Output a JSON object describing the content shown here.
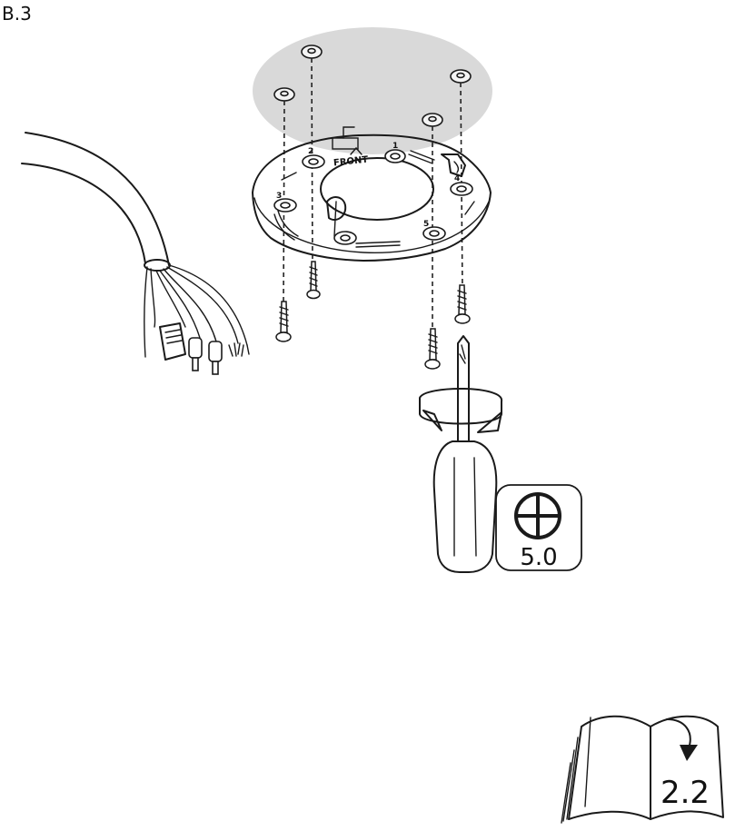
{
  "step": {
    "label": "B.3"
  },
  "mount": {
    "front_label": "FRONT",
    "hole_numbers": [
      "1",
      "2",
      "3",
      "4",
      "5"
    ]
  },
  "tool": {
    "bit_size": "5.0",
    "icon": "phillips-screwdriver-icon"
  },
  "reference": {
    "section": "2.2",
    "icon": "open-book-icon"
  },
  "colors": {
    "ceiling": "#d9d9d9",
    "line": "#1a1a1a"
  }
}
